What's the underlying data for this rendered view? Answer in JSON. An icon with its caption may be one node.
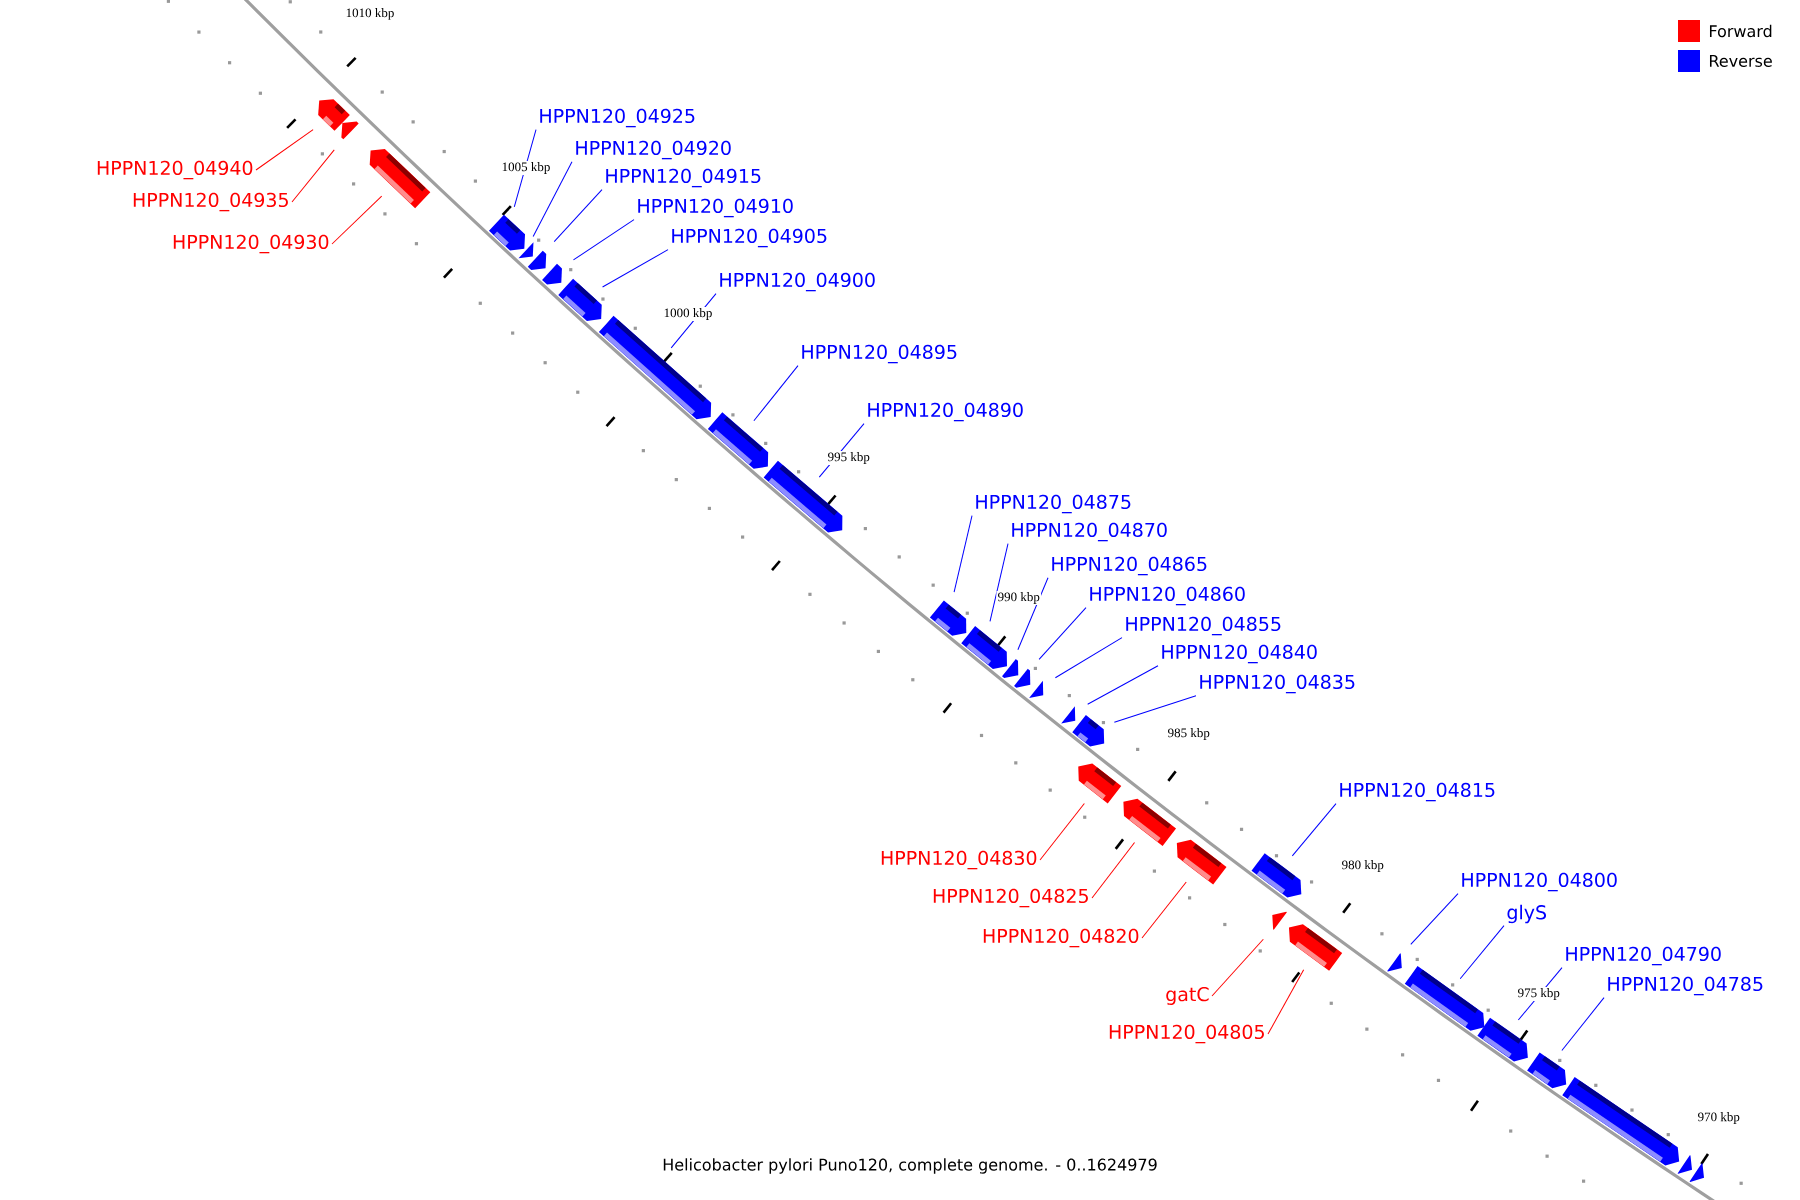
{
  "diagram": {
    "caption": "Helicobacter pylori Puno120, complete genome. - 0..1624979",
    "nodes": [
      {
        "text": [
          "HPPN120_04940"
        ]
      },
      {
        "text": [],
        "shape": "arrow"
      },
      {
        "text": [
          "HPPN120_04935"
        ]
      },
      {
        "text": [],
        "shape": "arrow"
      },
      {
        "text": [
          "HPPN120_04930"
        ]
      },
      {
        "text": [],
        "shape": "arrow"
      },
      {
        "text": [
          "HPPN120_04925"
        ]
      },
      {
        "text": [],
        "shape": "arrow"
      },
      {
        "text": [
          "HPPN120_04920"
        ]
      },
      {
        "text": [],
        "shape": "arrow"
      },
      {
        "text": [
          "HPPN120_04915"
        ]
      },
      {
        "text": [],
        "shape": "arrow"
      },
      {
        "text": [
          "HPPN120_04910"
        ]
      },
      {
        "text": [],
        "shape": "arrow"
      },
      {
        "text": [
          "HPPN120_04905"
        ]
      },
      {
        "text": [],
        "shape": "arrow"
      },
      {
        "text": [
          "HPPN120_04900"
        ]
      },
      {
        "text": [],
        "shape": "arrow"
      },
      {
        "text": [
          "HPPN120_04895"
        ]
      },
      {
        "text": [],
        "shape": "arrow"
      },
      {
        "text": [
          "HPPN120_04890"
        ]
      },
      {
        "text": [],
        "shape": "arrow"
      },
      {
        "text": [
          "HPPN120_04875"
        ]
      },
      {
        "text": [],
        "shape": "arrow"
      },
      {
        "text": [
          "HPPN120_04870"
        ]
      },
      {
        "text": [],
        "shape": "arrow"
      },
      {
        "text": [
          "HPPN120_04865"
        ]
      },
      {
        "text": [],
        "shape": "arrow"
      },
      {
        "text": [
          "HPPN120_04860"
        ]
      },
      {
        "text": [],
        "shape": "arrow"
      },
      {
        "text": [
          "HPPN120_04855"
        ]
      },
      {
        "text": [],
        "shape": "arrow"
      },
      {
        "text": [
          "HPPN120_04840"
        ]
      },
      {
        "text": [],
        "shape": "arrow"
      },
      {
        "text": [
          "HPPN120_04835"
        ]
      },
      {
        "text": [],
        "shape": "arrow"
      },
      {
        "text": [
          "HPPN120_04830"
        ]
      },
      {
        "text": [],
        "shape": "arrow"
      },
      {
        "text": [
          "HPPN120_04825"
        ]
      },
      {
        "text": [],
        "shape": "arrow"
      },
      {
        "text": [
          "HPPN120_04820"
        ]
      },
      {
        "text": [],
        "shape": "arrow"
      },
      {
        "text": [
          "HPPN120_04815"
        ]
      },
      {
        "text": [],
        "shape": "arrow"
      },
      {
        "text": [
          "gatC"
        ]
      },
      {
        "text": [],
        "shape": "arrow"
      },
      {
        "text": [
          "HPPN120_04805"
        ]
      },
      {
        "text": [],
        "shape": "arrow"
      },
      {
        "text": [
          "HPPN120_04800"
        ]
      },
      {
        "text": [],
        "shape": "arrow"
      },
      {
        "text": [
          "glyS"
        ]
      },
      {
        "text": [],
        "shape": "arrow"
      },
      {
        "text": [
          "HPPN120_04790"
        ]
      },
      {
        "text": [],
        "shape": "arrow"
      },
      {
        "text": [
          "HPPN120_04785"
        ]
      },
      {
        "text": [],
        "shape": "arrow"
      },
      {
        "text": [],
        "shape": "arrow"
      },
      {
        "text": [],
        "shape": "arrow"
      },
      {
        "text": [],
        "shape": "arrow"
      }
    ],
    "edges": [
      {
        "from": 0,
        "to": 1,
        "arrow": "none",
        "color": "#ff0000"
      },
      {
        "from": 2,
        "to": 3,
        "arrow": "none",
        "color": "#ff0000"
      },
      {
        "from": 4,
        "to": 5,
        "arrow": "none",
        "color": "#ff0000"
      },
      {
        "from": 6,
        "to": 7,
        "arrow": "none"
      },
      {
        "from": 8,
        "to": 9,
        "arrow": "none"
      },
      {
        "from": 10,
        "to": 11,
        "arrow": "none"
      },
      {
        "from": 12,
        "to": 13,
        "arrow": "none"
      },
      {
        "from": 14,
        "to": 15,
        "arrow": "none"
      },
      {
        "from": 16,
        "to": 17,
        "arrow": "none"
      },
      {
        "from": 18,
        "to": 19,
        "arrow": "none"
      },
      {
        "from": 20,
        "to": 21,
        "arrow": "none"
      },
      {
        "from": 22,
        "to": 23,
        "arrow": "none"
      },
      {
        "from": 24,
        "to": 25,
        "arrow": "none"
      },
      {
        "from": 26,
        "to": 27,
        "arrow": "none"
      },
      {
        "from": 28,
        "to": 29,
        "arrow": "none"
      },
      {
        "from": 30,
        "to": 31,
        "arrow": "none"
      },
      {
        "from": 32,
        "to": 33,
        "arrow": "none"
      },
      {
        "from": 34,
        "to": 35,
        "arrow": "none"
      },
      {
        "from": 36,
        "to": 37,
        "arrow": "none",
        "color": "#ff0000"
      },
      {
        "from": 38,
        "to": 39,
        "arrow": "none",
        "color": "#ff0000"
      },
      {
        "from": 40,
        "to": 41,
        "arrow": "none",
        "color": "#ff0000"
      },
      {
        "from": 42,
        "to": 43,
        "arrow": "none"
      },
      {
        "from": 44,
        "to": 45,
        "arrow": "none",
        "color": "#ff0000"
      },
      {
        "from": 46,
        "to": 47,
        "arrow": "none",
        "color": "#ff0000"
      },
      {
        "from": 48,
        "to": 49,
        "arrow": "none"
      },
      {
        "from": 50,
        "to": 51,
        "arrow": "none"
      },
      {
        "from": 52,
        "to": 53,
        "arrow": "none"
      },
      {
        "from": 54,
        "to": 55,
        "arrow": "none"
      }
    ],
    "labels": [
      "1010 kbp",
      "1005 kbp",
      "1000 kbp",
      "995 kbp",
      "990 kbp",
      "985 kbp",
      "980 kbp",
      "975 kbp",
      "970 kbp"
    ],
    "legend": [
      {
        "text": "Forward",
        "color": "#ff0000"
      },
      {
        "text": "Reverse",
        "color": "#0000ff"
      }
    ]
  }
}
